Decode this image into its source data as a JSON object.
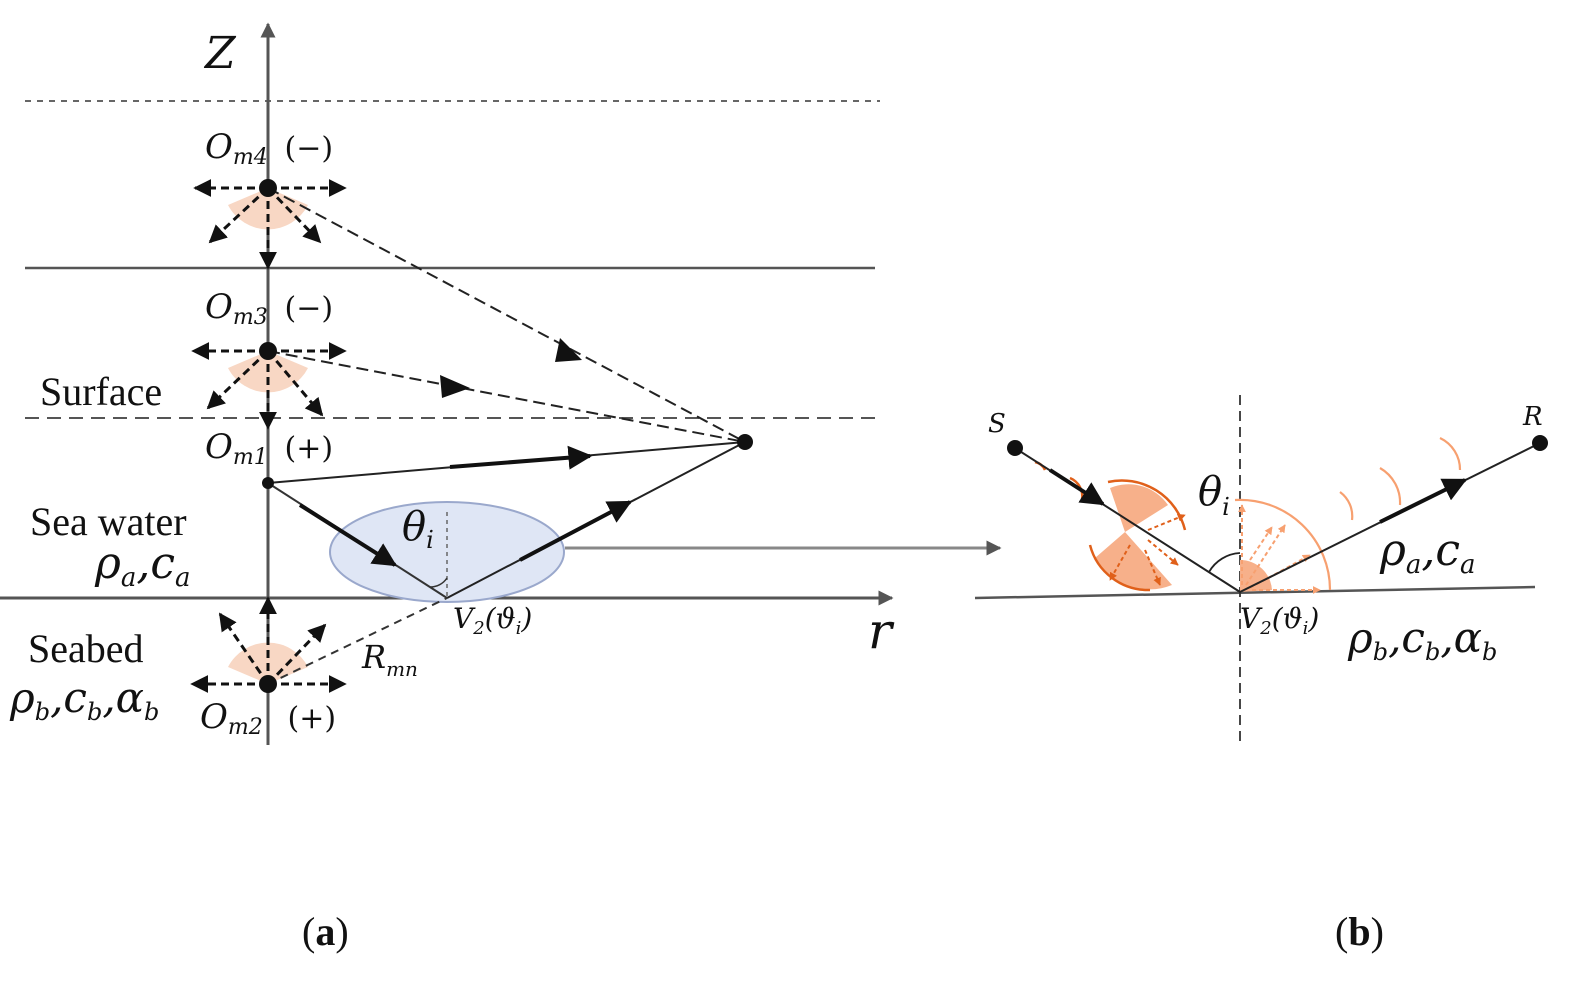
{
  "panel_a": {
    "caption_open": "(",
    "caption_letter": "a",
    "caption_close": ")",
    "axis_z": "Z",
    "axis_r": "r",
    "label_surface": "Surface",
    "label_sea_water": "Sea water",
    "label_seabed": "Seabed",
    "param_water_rho": "ρ",
    "param_water_rho_sub": "a",
    "param_water_c": ",c",
    "param_water_c_sub": "a",
    "param_bed_rho": "ρ",
    "param_bed_rho_sub": "b",
    "param_bed_c": ",c",
    "param_bed_c_sub": "b",
    "param_bed_alpha": ",α",
    "param_bed_alpha_sub": "b",
    "om4": "O",
    "om4_sub": "m4",
    "om4_sign": "(−)",
    "om3": "O",
    "om3_sub": "m3",
    "om3_sign": "(−)",
    "om1": "O",
    "om1_sub": "m1",
    "om1_sign": "(+)",
    "om2": "O",
    "om2_sub": "m2",
    "om2_sign": "(+)",
    "theta": "θ",
    "theta_sub": "i",
    "rmn": "R",
    "rmn_sub": "mn",
    "v2": "V",
    "v2_sub": "2",
    "v2_arg": "(ϑ",
    "v2_arg_sub": "i",
    "v2_close": ")"
  },
  "panel_b": {
    "caption_open": "(",
    "caption_letter": "b",
    "caption_close": ")",
    "label_s": "S",
    "label_r": "R",
    "theta": "θ",
    "theta_sub": "i",
    "param_water_rho": "ρ",
    "param_water_rho_sub": "a",
    "param_water_c": ",c",
    "param_water_c_sub": "a",
    "param_bed_rho": "ρ",
    "param_bed_rho_sub": "b",
    "param_bed_c": ",c",
    "param_bed_c_sub": "b",
    "param_bed_alpha": ",α",
    "param_bed_alpha_sub": "b",
    "v2": "V",
    "v2_sub": "2",
    "v2_arg": "(ϑ",
    "v2_arg_sub": "i",
    "v2_close": ")"
  },
  "colors": {
    "line": "#555555",
    "ray": "#111111",
    "dash_light": "#666666",
    "orange_dark": "#e0601a",
    "orange_light": "#f7a070",
    "orange_fill": "#f7b08a",
    "peach": "#f8d7c4",
    "ellipse_fill": "#dfe6f5",
    "ellipse_stroke": "#9aa8cc",
    "connector": "#888888"
  }
}
